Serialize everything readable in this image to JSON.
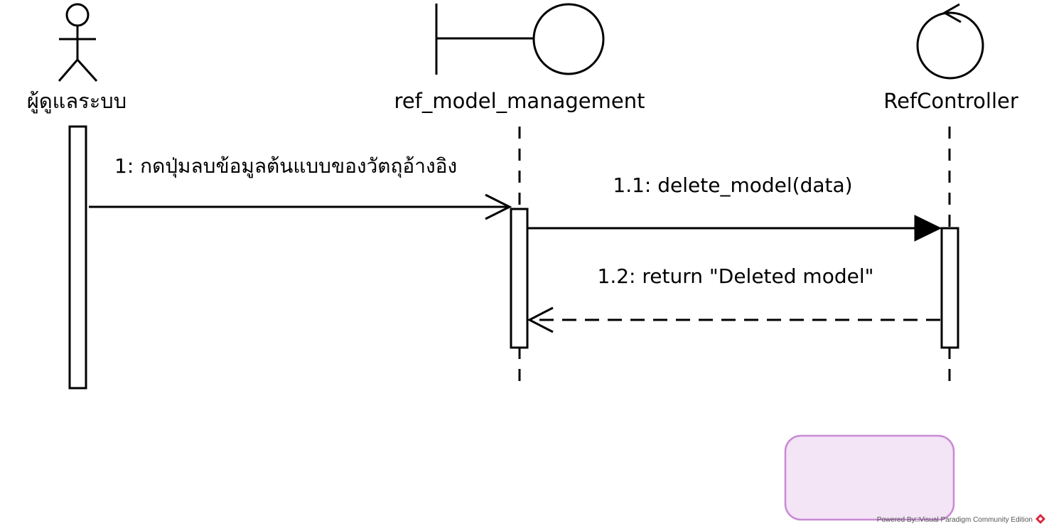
{
  "diagram": {
    "type": "sequence",
    "participants": [
      {
        "id": "actor",
        "kind": "actor",
        "name": "ผู้ดูแลระบบ"
      },
      {
        "id": "boundary",
        "kind": "boundary",
        "name": "ref_model_management"
      },
      {
        "id": "control",
        "kind": "control",
        "name": "RefController"
      }
    ],
    "messages": [
      {
        "label": "1: กดปุ่มลบข้อมูลต้นแบบของวัตถุอ้างอิง",
        "from": "actor",
        "to": "boundary",
        "style": "async"
      },
      {
        "label": "1.1: delete_model(data)",
        "from": "boundary",
        "to": "control",
        "style": "sync"
      },
      {
        "label": "1.2: return \"Deleted model\"",
        "from": "control",
        "to": "boundary",
        "style": "return"
      }
    ]
  },
  "colors": {
    "line": "#000000",
    "note_fill": "#f3e4f6",
    "note_border": "#c98ad4",
    "logo": "#d9263b"
  },
  "footer": {
    "text": "Powered By□Visual Paradigm Community Edition",
    "logo_icon": "visual-paradigm-logo-icon"
  }
}
